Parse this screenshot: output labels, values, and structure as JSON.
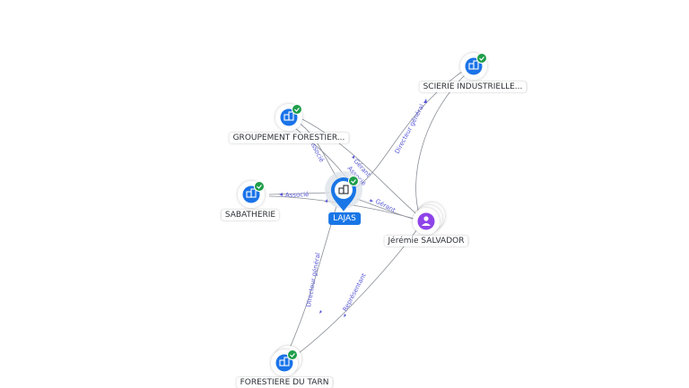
{
  "colors": {
    "company": "#1a73e8",
    "check": "#1e9e4a",
    "person": "#8e44e8",
    "center": "#1976e6",
    "edge": "#8a8f98",
    "edge_label": "#5b5bd6"
  },
  "nodes": {
    "lajas": {
      "label": "LAJAS",
      "icon": "building-icon"
    },
    "scierie": {
      "label": "SCIERIE INDUSTRIELLE..."
    },
    "groupement": {
      "label": "GROUPEMENT FORESTIER..."
    },
    "sabatherie": {
      "label": "SABATHERIE"
    },
    "salvador": {
      "label": "Jérémie SALVADOR",
      "icon": "person-icon"
    },
    "tarn": {
      "label": "FORESTIERE DU TARN"
    }
  },
  "edges": {
    "scierie_label": "Directeur général",
    "groupement_label": "Associé",
    "sabatherie_label": "Associé",
    "gerant1_label": "Gérant",
    "associe_top_label": "Associé",
    "gerant2_label": "Gérant",
    "tarn_label": "Directeur général",
    "representant_label": "Représentant"
  }
}
